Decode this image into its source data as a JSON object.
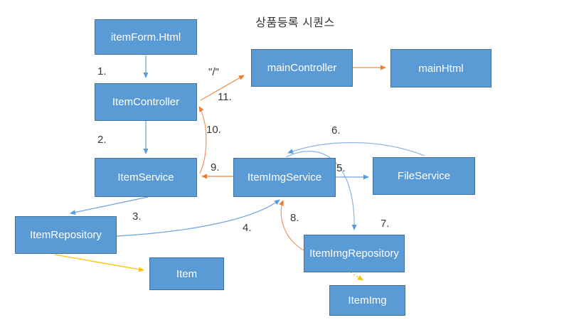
{
  "title": "상품등록 시퀀스",
  "nodes": [
    {
      "id": "itemform-html",
      "label": "itemForm.Html"
    },
    {
      "id": "item-controller",
      "label": "ItemController"
    },
    {
      "id": "item-service",
      "label": "ItemService"
    },
    {
      "id": "item-repository",
      "label": "ItemRepository"
    },
    {
      "id": "item",
      "label": "Item"
    },
    {
      "id": "main-controller",
      "label": "mainController"
    },
    {
      "id": "main-html",
      "label": "mainHtml"
    },
    {
      "id": "item-img-service",
      "label": "ItemImgService"
    },
    {
      "id": "file-service",
      "label": "FileService"
    },
    {
      "id": "item-img-repository",
      "label": "ItemImgRepository"
    },
    {
      "id": "item-img",
      "label": "ItemImg"
    }
  ],
  "step_labels": [
    "1.",
    "2.",
    "3.",
    "4.",
    "5.",
    "6.",
    "7.",
    "8.",
    "9.",
    "10.",
    "11."
  ],
  "annotation_slash": "\"/\"",
  "colors": {
    "node_fill": "#5b9bd5",
    "node_border": "#41719c",
    "node_text": "#ffffff",
    "arrow_blue": "#6fa3dc",
    "arrow_orange": "#ed8b45",
    "arrow_yellow": "#ffc000",
    "label_text": "#383838"
  }
}
